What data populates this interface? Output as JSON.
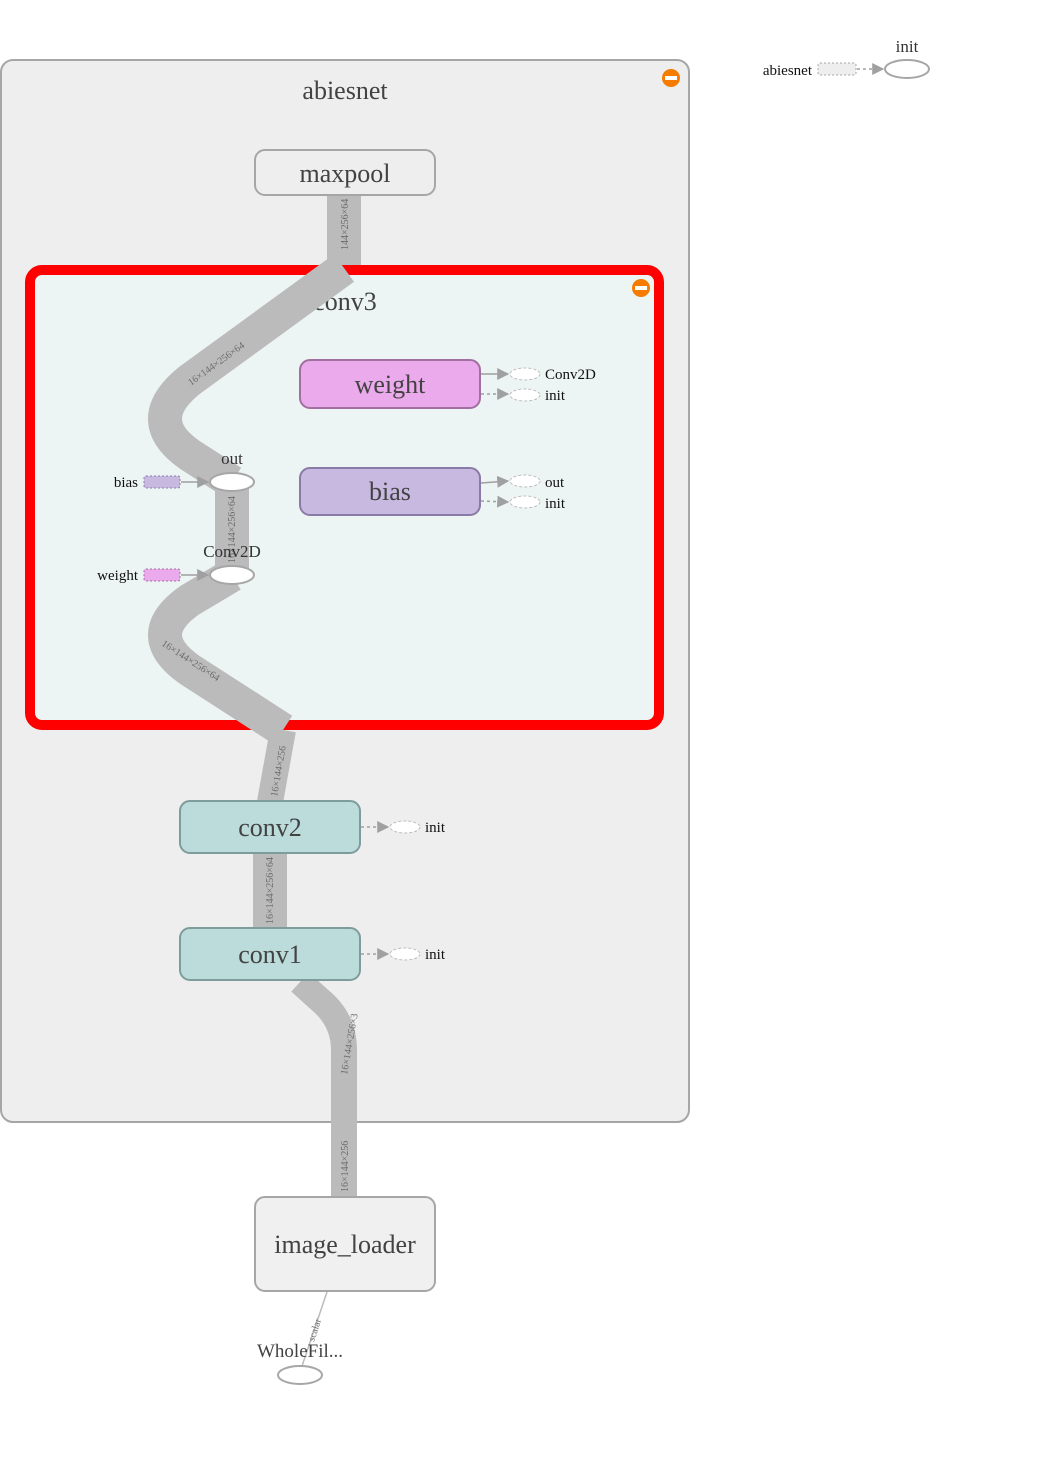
{
  "graph": {
    "groups": {
      "abiesnet": "abiesnet",
      "conv3": "conv3"
    },
    "nodes": {
      "maxpool": "maxpool",
      "weight": "weight",
      "bias": "bias",
      "conv2": "conv2",
      "conv1": "conv1",
      "image_loader": "image_loader"
    },
    "ops": {
      "out": "out",
      "conv2d": "Conv2D",
      "wholefile": "WholeFil...",
      "init_top": "init"
    },
    "side_inputs": {
      "bias": "bias",
      "weight": "weight",
      "abiesnet": "abiesnet"
    },
    "side_outputs": {
      "weight_conv2d": "Conv2D",
      "weight_init": "init",
      "bias_out": "out",
      "bias_init": "init",
      "conv2_init": "init",
      "conv1_init": "init"
    },
    "edge_labels": {
      "maxpool_in": "144×256×64",
      "conv3_to_maxpool": "16×144×256×64",
      "conv2d_to_out": "16×144×256×64",
      "into_conv2d": "16×144×256×64",
      "conv2_to_conv3": "16×144×256",
      "conv1_to_conv2": "16×144×256×64",
      "into_conv1": "16×144×256×3",
      "loader_to_conv1": "16×144×256",
      "wholefile_to_loader": "scalar"
    },
    "colors": {
      "group_bg": "#eeeeee",
      "group_border": "#a6a6a6",
      "selected_border": "#ff0000",
      "conv3_bg": "#edf5f4",
      "edge": "#bbbbbb",
      "weight_fill": "#ebaaeb",
      "weight_border": "#a070a0",
      "bias_fill": "#c8b9e1",
      "bias_border": "#8a7aa8",
      "conv_fill": "#bcdcdc",
      "conv_border": "#7f9c9c",
      "collapse_button": "#f57c00"
    }
  }
}
